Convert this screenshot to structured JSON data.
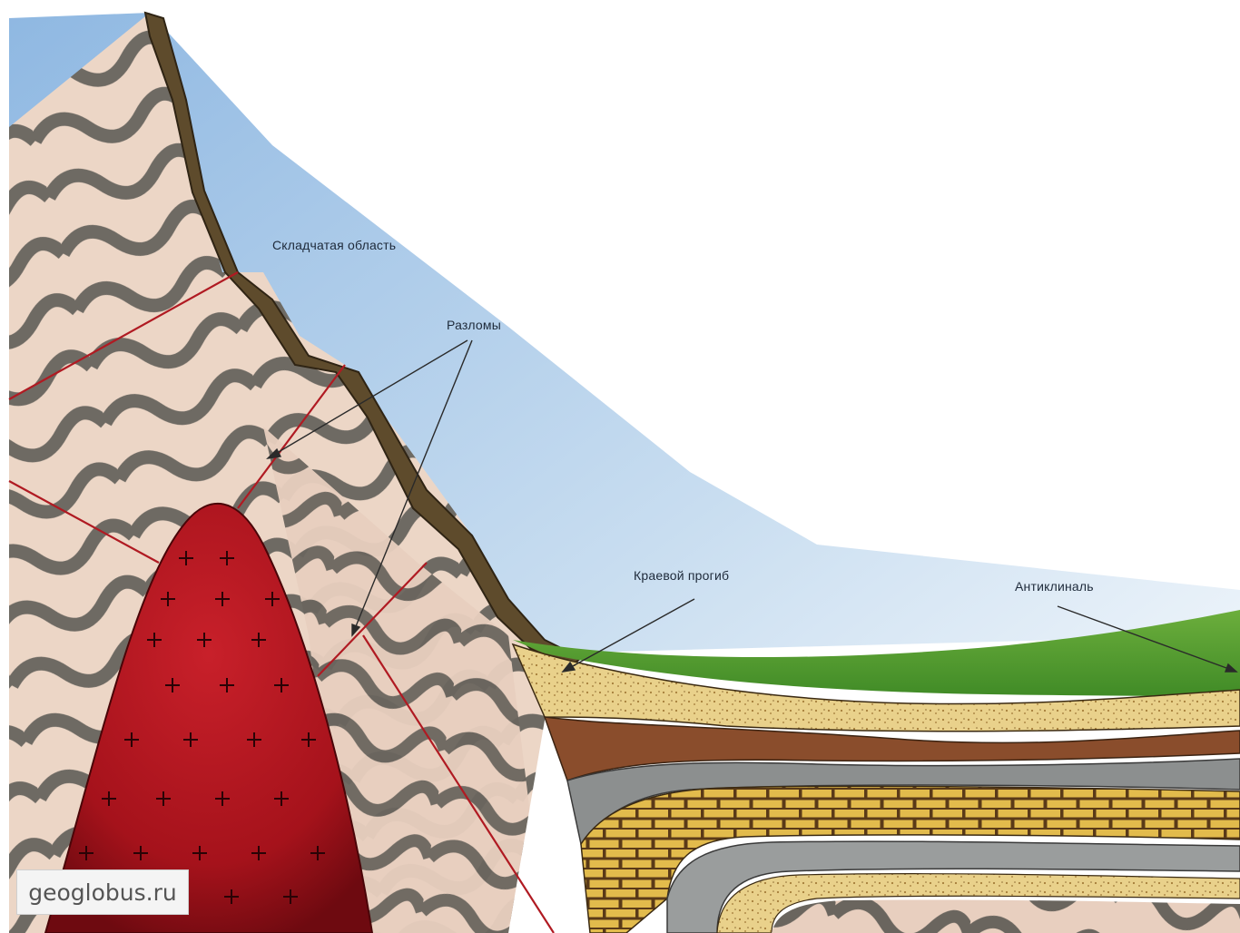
{
  "labels": {
    "folded_area": "Складчатая область",
    "faults": "Разломы",
    "foredeep": "Краевой прогиб",
    "anticline": "Антиклиналь"
  },
  "watermark": "geoglobus.ru",
  "colors": {
    "sky": "#9ec3e6",
    "rock_light": "#ead3c2",
    "rock_band": "#6f6a62",
    "intrusion": "#b3151c",
    "scarp": "#5c4a2c",
    "grass": "#4f9a2f",
    "sand": "#e8cf86",
    "brown_layer": "#8a4d2c",
    "gray_layer": "#8c8f8f",
    "limestone": "#e0b748",
    "fault_line": "#b01a22"
  },
  "icons": {
    "intrusion_mark": "plus"
  }
}
